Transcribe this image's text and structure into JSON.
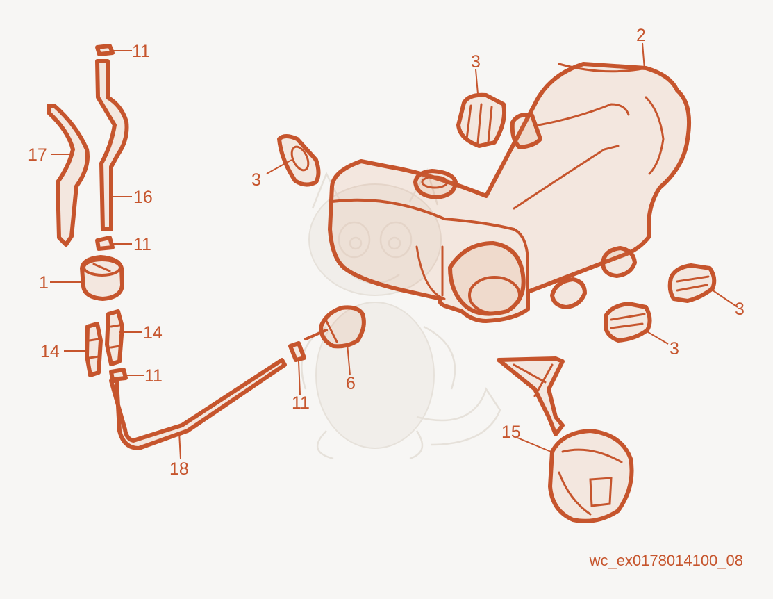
{
  "callouts": {
    "c1": "1",
    "c2": "2",
    "c3a": "3",
    "c3b": "3",
    "c3c": "3",
    "c3d": "3",
    "c6": "6",
    "c11a": "11",
    "c11b": "11",
    "c11c": "11",
    "c11d": "11",
    "c14a": "14",
    "c14b": "14",
    "c15": "15",
    "c16": "16",
    "c17": "17",
    "c18": "18"
  },
  "reference_code": "wc_ex0178014100_08",
  "colors": {
    "line": "#c6552d",
    "background": "#f7f6f4"
  }
}
